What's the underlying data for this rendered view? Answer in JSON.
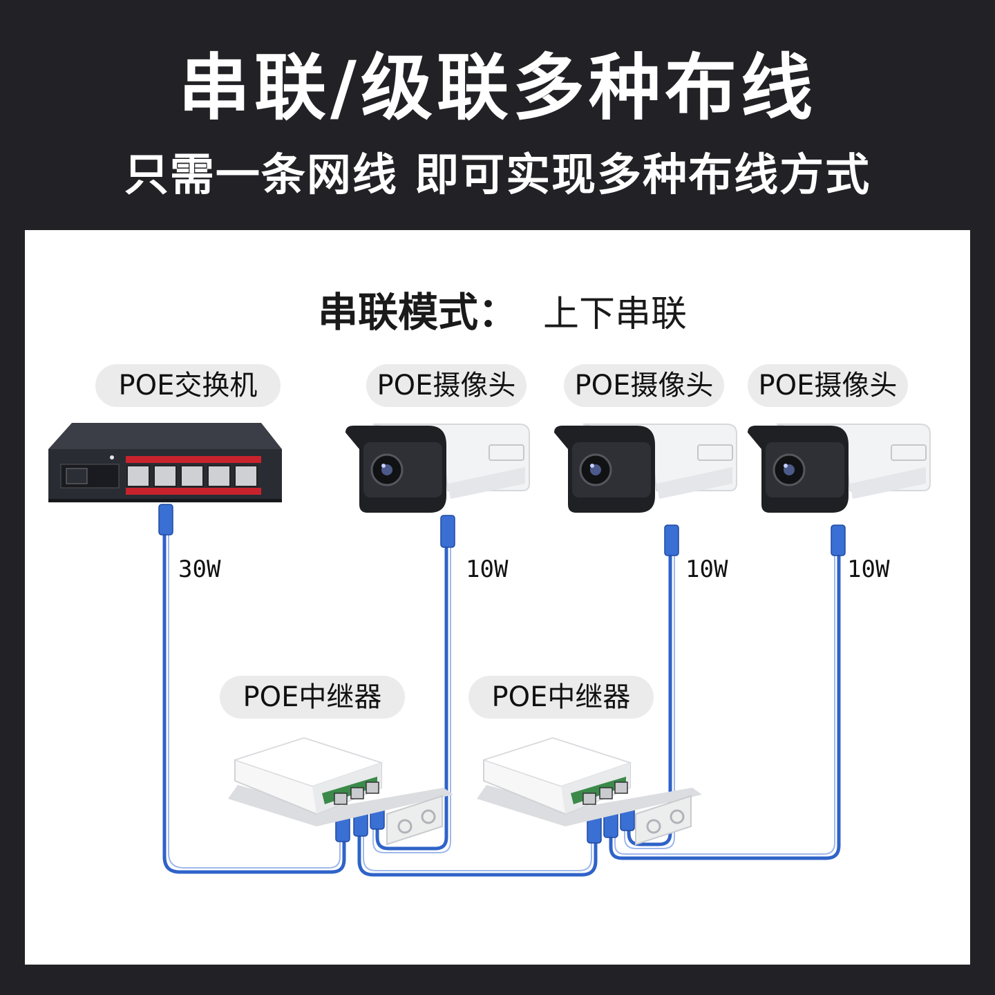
{
  "header": {
    "title": "串联/级联多种布线",
    "subtitle": "只需一条网线 即可实现多种布线方式"
  },
  "mode": {
    "label": "串联模式：",
    "value": "上下串联"
  },
  "devices": {
    "switch": {
      "label": "POE交换机",
      "power": "30W"
    },
    "cameras": [
      {
        "label": "POE摄像头",
        "power": "10W"
      },
      {
        "label": "POE摄像头",
        "power": "10W"
      },
      {
        "label": "POE摄像头",
        "power": "10W"
      }
    ],
    "repeaters": [
      {
        "label": "POE中继器"
      },
      {
        "label": "POE中继器"
      }
    ]
  },
  "colors": {
    "background": "#222226",
    "panel": "#ffffff",
    "cable": "#2f63c8",
    "cable_dark": "#1f4aa0",
    "switch_body": "#2a2c33",
    "switch_accent": "#c8232c"
  }
}
